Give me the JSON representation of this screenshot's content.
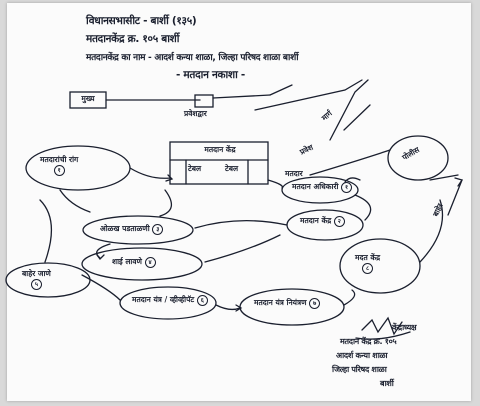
{
  "title_lines": [
    "विधानसभासीट - बार्शी (१३५)",
    "मतदानकेंद्र क्र. १०५ बार्शी",
    "मतदानकेंद्र का नाम - आदर्श कन्या शाळा, जिल्हा परिषद शाळा बार्शी",
    "- मतदान नकाशा -"
  ],
  "top_labels": {
    "left_box": "मुख्य",
    "middle_box": "प्रवेशद्वार",
    "diag_path": "मार्ग"
  },
  "nodes": [
    {
      "id": "queue",
      "label": "मतदारांची रांग",
      "num": "१"
    },
    {
      "id": "booth",
      "label": "मतदान केंद्र",
      "sub1": "टेबल",
      "sub2": "टेबल"
    },
    {
      "id": "officer",
      "label": "मतदान अधिकारी",
      "num": "१"
    },
    {
      "id": "assistant",
      "label": "मतदान केंद्र",
      "num": "२"
    },
    {
      "id": "verify",
      "label": "ओळख पडताळणी",
      "num": "३"
    },
    {
      "id": "ink",
      "label": "शाई लावणे",
      "num": "४"
    },
    {
      "id": "exit",
      "label": "बाहेर जाणे",
      "num": "५"
    },
    {
      "id": "vvpat",
      "label": "मतदान यंत्र / व्हीव्हीपॅट",
      "num": "६"
    },
    {
      "id": "control",
      "label": "मतदान यंत्र नियंत्रण",
      "num": "७"
    },
    {
      "id": "help",
      "label": "मदत केंद्र",
      "num": "८"
    },
    {
      "id": "right_top",
      "label": "पोलीस"
    }
  ],
  "arrow_labels": [
    "प्रवेश",
    "मतदार",
    "बाहेर"
  ],
  "signature_block": [
    "केंद्राध्यक्ष",
    "मतदान केंद्र क्र. १०५",
    "आदर्श कन्या शाळा",
    "जिल्हा परिषद शाळा",
    "बार्शी"
  ]
}
